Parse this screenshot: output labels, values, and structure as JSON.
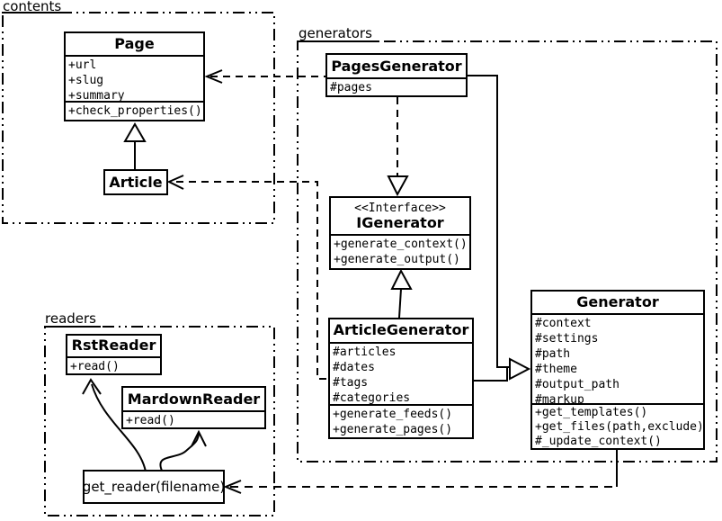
{
  "diagram": {
    "type": "uml-class-diagram"
  },
  "colors": {
    "line": "#000000",
    "background": "#ffffff"
  },
  "packages": {
    "contents": {
      "label": "contents"
    },
    "generators": {
      "label": "generators"
    },
    "readers": {
      "label": "readers"
    }
  },
  "classes": {
    "page": {
      "name": "Page",
      "attributes": [
        "+url",
        "+slug",
        "+summary"
      ],
      "methods": [
        "+check_properties()"
      ]
    },
    "article": {
      "name": "Article"
    },
    "pages_generator": {
      "name": "PagesGenerator",
      "attributes": [
        "#pages"
      ]
    },
    "igenerator": {
      "stereotype": "<<Interface>>",
      "name": "IGenerator",
      "methods": [
        "+generate_context()",
        "+generate_output()"
      ]
    },
    "article_generator": {
      "name": "ArticleGenerator",
      "attributes": [
        "#articles",
        "#dates",
        "#tags",
        "#categories"
      ],
      "methods": [
        "+generate_feeds()",
        "+generate_pages()"
      ]
    },
    "generator": {
      "name": "Generator",
      "attributes": [
        "#context",
        "#settings",
        "#path",
        "#theme",
        "#output_path",
        "#markup"
      ],
      "methods": [
        "+get_templates()",
        "+get_files(path,exclude)",
        "#_update_context()"
      ]
    },
    "rst_reader": {
      "name": "RstReader",
      "methods": [
        "+read()"
      ]
    },
    "mardown_reader": {
      "name": "MardownReader",
      "methods": [
        "+read()"
      ]
    },
    "get_reader": {
      "name": "get_reader(filename)"
    }
  },
  "relationships": [
    {
      "from": "Article",
      "to": "Page",
      "type": "inheritance",
      "style": "solid-hollow-triangle"
    },
    {
      "from": "PagesGenerator",
      "to": "Page",
      "type": "dependency",
      "style": "dashed-open-arrow"
    },
    {
      "from": "ArticleGenerator",
      "to": "Article",
      "type": "dependency",
      "style": "dashed-open-arrow"
    },
    {
      "from": "PagesGenerator",
      "to": "IGenerator",
      "type": "realization",
      "style": "dashed-hollow-triangle"
    },
    {
      "from": "ArticleGenerator",
      "to": "IGenerator",
      "type": "inheritance",
      "style": "solid-hollow-triangle"
    },
    {
      "from": "PagesGenerator",
      "to": "Generator",
      "type": "inheritance",
      "style": "solid-hollow-triangle"
    },
    {
      "from": "ArticleGenerator",
      "to": "Generator",
      "type": "inheritance",
      "style": "solid-hollow-triangle"
    },
    {
      "from": "Generator",
      "to": "get_reader(filename)",
      "type": "dependency",
      "style": "dashed-open-arrow"
    },
    {
      "from": "get_reader(filename)",
      "to": "RstReader",
      "type": "call",
      "style": "curved-open-arrow"
    },
    {
      "from": "get_reader(filename)",
      "to": "MardownReader",
      "type": "call",
      "style": "curved-open-arrow"
    }
  ]
}
